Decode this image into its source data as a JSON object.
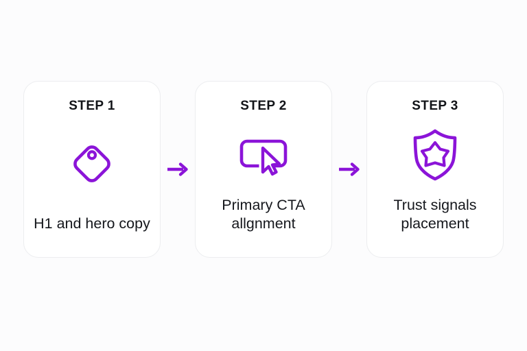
{
  "theme": {
    "background": "#fcfcfd",
    "card_background": "#ffffff",
    "card_border": "#ecedef",
    "accent": "#8b14d8",
    "heading_color": "#121418",
    "label_color": "#15171c"
  },
  "diagram": {
    "type": "horizontal-step-flow",
    "step_count": 3,
    "steps": [
      {
        "heading": "STEP 1",
        "label": "H1 and hero copy",
        "icon": "tag-icon"
      },
      {
        "heading": "STEP 2",
        "label": "Primary CTA allgnment",
        "icon": "cursor-click-button-icon"
      },
      {
        "heading": "STEP 3",
        "label": "Trust signals placement",
        "icon": "shield-star-icon"
      }
    ],
    "connectors": [
      {
        "icon": "arrow-right-icon"
      },
      {
        "icon": "arrow-right-icon"
      }
    ]
  }
}
